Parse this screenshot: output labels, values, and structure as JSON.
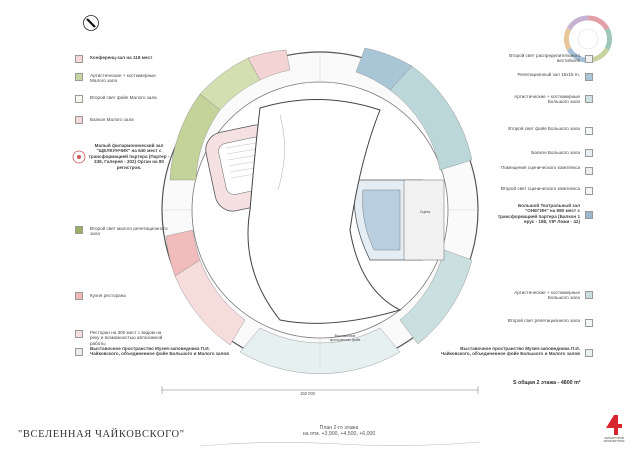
{
  "left_legend": [
    {
      "text": "Конференц-зал на 118 мест",
      "color": "#f6d6d6",
      "bold": true
    },
    {
      "text": "Артистические + костюмерные Малого зала",
      "color": "#c8d6a4",
      "bold": false
    },
    {
      "text": "Второй свет фойе Малого зала",
      "color": "#f7f5ec",
      "bold": false
    },
    {
      "text": "Балкон Малого зала",
      "color": "#f6dada",
      "bold": false
    },
    {
      "text": "Малый филармонический зал \"ЩЕЛКУНЧИК\" на 640 мест с трансформацией партера (Партер - 338, Галерея - 302) Орган на 80 регистров.",
      "color": "",
      "bold": true
    },
    {
      "text": "Второй свет малого репетиционного зала",
      "color": "#9aae64",
      "bold": false
    },
    {
      "text": "Кухня ресторана",
      "color": "#f0b8b8",
      "bold": false
    },
    {
      "text": "Ресторан на 300 мест с видом на реку и возможностью автономной работы",
      "color": "#f6dede",
      "bold": false
    },
    {
      "text": "Выставочное пространство Музея-заповедника П.И. Чайковского, объединенное фойе Большого и Малого залов",
      "color": "#ececec",
      "bold": true
    }
  ],
  "right_legend": [
    {
      "text": "Второй свет распределительного вестибюля",
      "color": "#f0f0f0",
      "bold": false
    },
    {
      "text": "Репетиционный зал 15х15 m.",
      "color": "#a8c6d6",
      "bold": false
    },
    {
      "text": "Артистические + костюмерные Большого зала",
      "color": "#cfe3e5",
      "bold": false
    },
    {
      "text": "Второй свет фойе Большого зала",
      "color": "#f2f8f8",
      "bold": false
    },
    {
      "text": "Балкон Большого зала",
      "color": "#e6eef2",
      "bold": false
    },
    {
      "text": "Помещения сценического комплекса",
      "color": "#eeeeee",
      "bold": false
    },
    {
      "text": "Второй свет сценического комплекса",
      "color": "#f4f4f4",
      "bold": false
    },
    {
      "text": "Большой Театральный зал \"ОНЕГИН\" на 980 мест с трансформацией партера (Балкон 1 ярус - 188, VIP Ложи - 42)",
      "color": "#9db7cf",
      "bold": true
    },
    {
      "text": "Артистические + костюмерные Большого зала",
      "color": "#c9dfe0",
      "bold": false
    },
    {
      "text": "Второй свет репетиционного зала",
      "color": "#f2f8f8",
      "bold": false
    },
    {
      "text": "Выставочное пространство Музея-заповедника П.И. Чайковского, объединенное фойе Большого и Малого залов",
      "color": "#e9f1f1",
      "bold": true
    }
  ],
  "footer": {
    "project_title": "\"ВСЕЛЕННАЯ ЧАЙКОВСКОГО\"",
    "plan_title": "План 2-го этажа",
    "plan_levels": "на отм. +3,900, +4,500, +6,000",
    "area": "S общая 2 этажа - 4800 m²",
    "dimension": "150 000",
    "logo": "ЧЕРНОГОРОВ АРХИТЕКТОРЫ"
  },
  "plan_labels": {
    "center_hall": "Выставочное пространство фойе",
    "stage_area": "Сцена"
  }
}
